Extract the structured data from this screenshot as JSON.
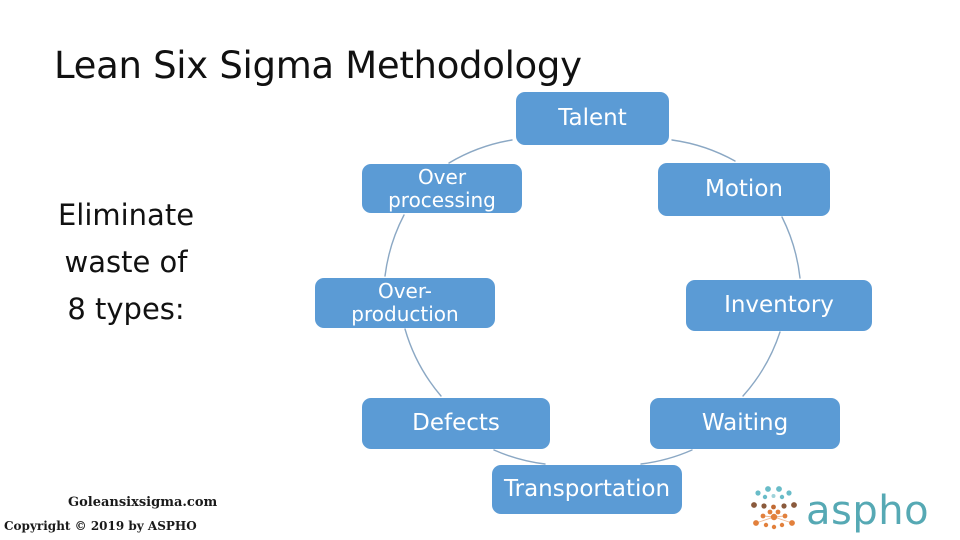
{
  "slide": {
    "title": "Lean Six Sigma Methodology",
    "background_color": "#ffffff",
    "node_fill_color": "#5b9bd5",
    "node_text_color": "#ffffff",
    "arc_color": "#8ba8c4",
    "title_color": "#111111"
  },
  "caption": {
    "lines": [
      "Eliminate",
      "waste of",
      "8 types:"
    ]
  },
  "diagram": {
    "type": "circular-cycle",
    "node_count": 8,
    "nodes": [
      {
        "id": "talent",
        "label": "Talent",
        "lines": [
          "Talent"
        ]
      },
      {
        "id": "motion",
        "label": "Motion",
        "lines": [
          "Motion"
        ]
      },
      {
        "id": "inventory",
        "label": "Inventory",
        "lines": [
          "Inventory"
        ]
      },
      {
        "id": "waiting",
        "label": "Waiting",
        "lines": [
          "Waiting"
        ]
      },
      {
        "id": "transportation",
        "label": "Transportation",
        "lines": [
          "Transportation"
        ]
      },
      {
        "id": "defects",
        "label": "Defects",
        "lines": [
          "Defects"
        ]
      },
      {
        "id": "over-production",
        "label": "Over-production",
        "lines": [
          "Over-",
          "production"
        ]
      },
      {
        "id": "over-processing",
        "label": "Over processing",
        "lines": [
          "Over",
          "processing"
        ]
      }
    ]
  },
  "footer": {
    "site": "Goleansixsigma.com",
    "copyright": "Copyright © 2019 by ASPHO"
  },
  "logo": {
    "wordmark": "aspho",
    "mark_name": "aspho-dot-x-mark",
    "teal_color": "#69bcc8",
    "orange_color": "#e2803c",
    "brown_color": "#8a5a3c",
    "word_color": "#56a9b4"
  }
}
